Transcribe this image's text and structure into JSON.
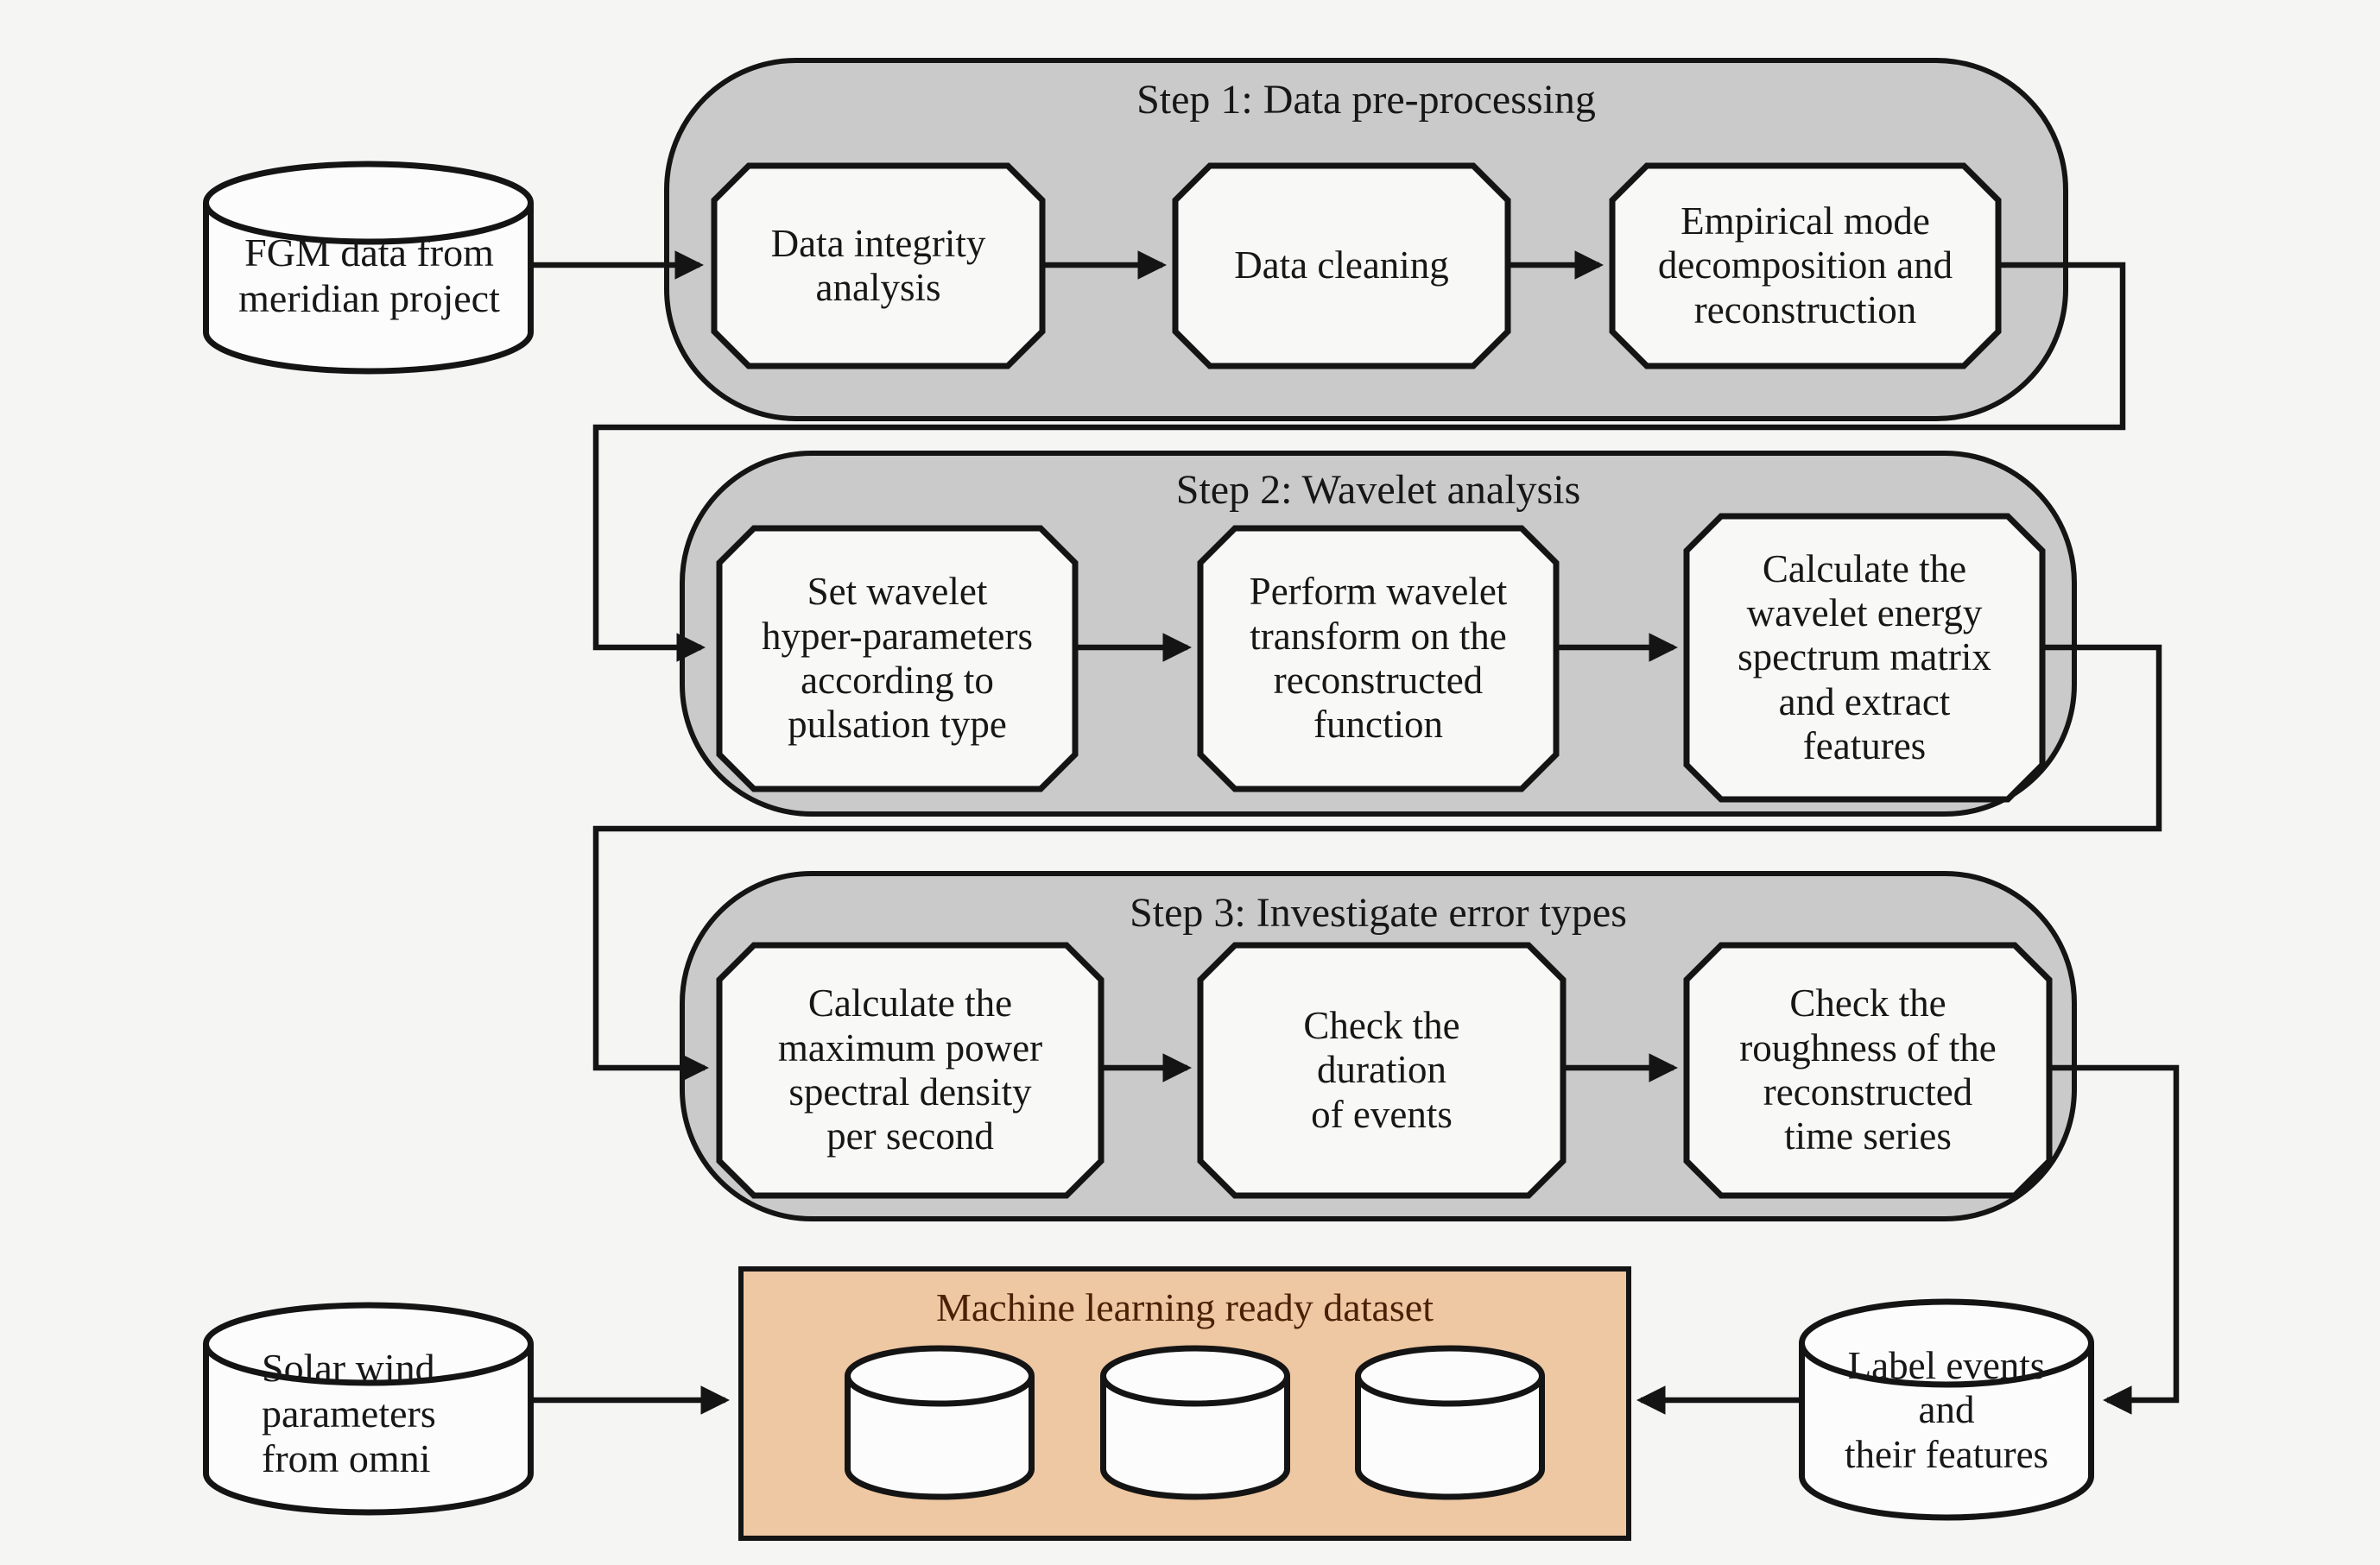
{
  "figure": {
    "type": "flowchart",
    "description": "Data processing pipeline flow diagram"
  },
  "palette": {
    "background": "#f5f5f4",
    "step_container_fill": "#cacaca",
    "node_fill": "#f8f8f7",
    "cylinder_fill": "#fcfcfc",
    "stroke": "#141414",
    "dataset_box_fill": "#eec7a3",
    "dataset_title_color": "#4b2106"
  },
  "sources": {
    "fgm": "FGM data from\nmeridian project",
    "solar_wind": "Solar wind\nparameters\nfrom omni"
  },
  "steps": [
    {
      "title": "Step 1: Data pre-processing",
      "nodes": [
        "Data integrity\nanalysis",
        "Data cleaning",
        "Empirical mode\ndecomposition and\nreconstruction"
      ]
    },
    {
      "title": "Step 2: Wavelet analysis",
      "nodes": [
        "Set wavelet\nhyper-parameters\naccording to\npulsation type",
        "Perform wavelet\ntransform on the\nreconstructed\nfunction",
        "Calculate the\nwavelet energy\nspectrum matrix\nand extract\nfeatures"
      ]
    },
    {
      "title": "Step 3: Investigate error types",
      "nodes": [
        "Calculate the\nmaximum power\nspectral density\nper second",
        "Check the\nduration\nof events",
        "Check the\nroughness of the\nreconstructed\ntime series"
      ]
    }
  ],
  "outputs": {
    "dataset_title": "Machine learning ready dataset",
    "label_store": "Label events\nand\ntheir features"
  }
}
